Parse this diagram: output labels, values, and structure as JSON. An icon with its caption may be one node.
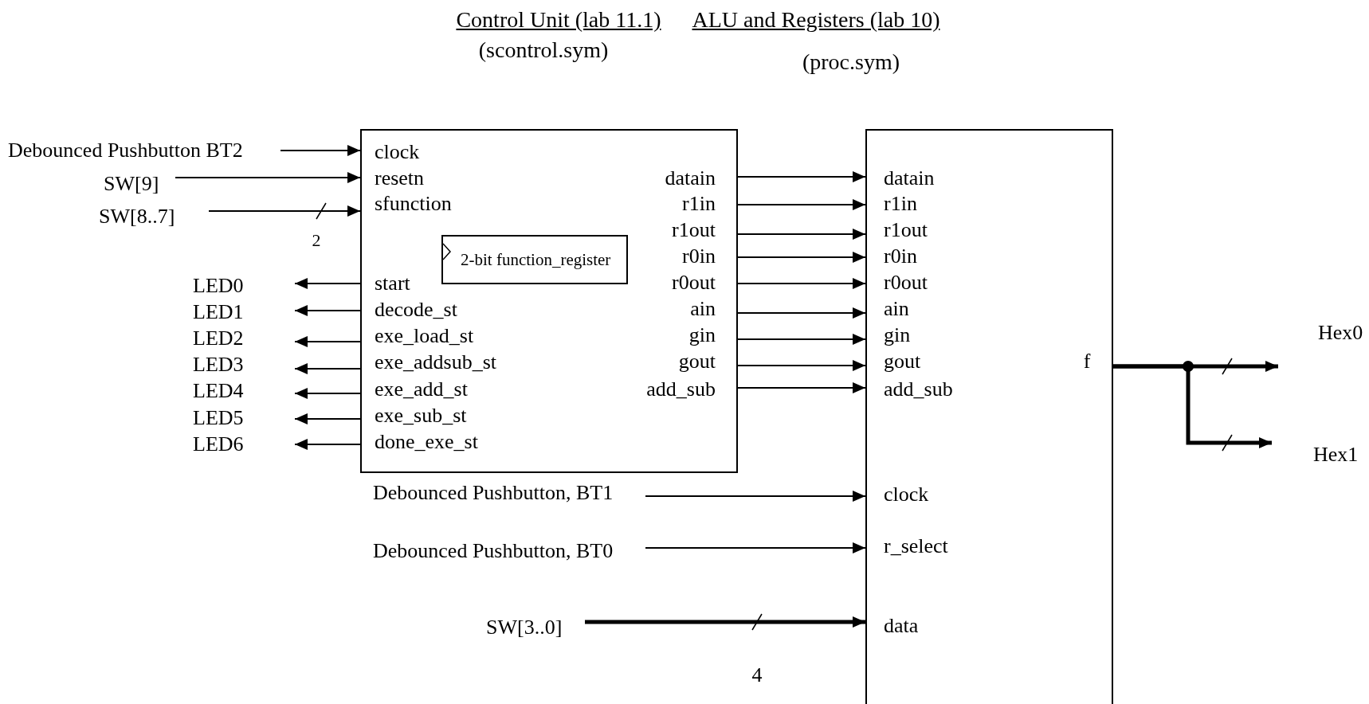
{
  "diagram": {
    "nodes": [
      {
        "text": [
          "clock",
          "resetn",
          "sfunction",
          "start",
          "decode_st",
          "exe_load_st",
          "exe_addsub_st",
          "exe_add_st",
          "exe_sub_st",
          "done_exe_st",
          "datain",
          "r1in",
          "r1out",
          "r0in",
          "r0out",
          "ain",
          "gin",
          "gout",
          "add_sub"
        ]
      },
      {
        "text": [
          "2-bit function_register"
        ],
        "in": 0
      },
      {
        "text": [
          "datain",
          "r1in",
          "r1out",
          "r0in",
          "r0out",
          "ain",
          "gin",
          "gout",
          "add_sub",
          "f",
          "clock",
          "r_select",
          "data"
        ]
      },
      {
        "text": [
          "Debounced Pushbutton BT2"
        ]
      },
      {
        "text": [
          "SW[9]"
        ]
      },
      {
        "text": [
          "SW[8..7]"
        ]
      },
      {
        "text": [
          "LED0"
        ]
      },
      {
        "text": [
          "LED1"
        ]
      },
      {
        "text": [
          "LED2"
        ]
      },
      {
        "text": [
          "LED3"
        ]
      },
      {
        "text": [
          "LED4"
        ]
      },
      {
        "text": [
          "LED5"
        ]
      },
      {
        "text": [
          "LED6"
        ]
      },
      {
        "text": [
          "Debounced Pushbutton, BT1"
        ]
      },
      {
        "text": [
          "Debounced Pushbutton, BT0"
        ]
      },
      {
        "text": [
          "SW[3..0]"
        ]
      },
      {
        "text": [
          "Hex0"
        ]
      },
      {
        "text": [
          "Hex1"
        ]
      }
    ],
    "edges": [
      {
        "from": 3,
        "to": 0,
        "arrow": "to"
      },
      {
        "from": 4,
        "to": 0,
        "arrow": "to"
      },
      {
        "from": 5,
        "to": 0,
        "arrow": "to"
      },
      {
        "from": 0,
        "to": 6,
        "arrow": "to"
      },
      {
        "from": 0,
        "to": 7,
        "arrow": "to"
      },
      {
        "from": 0,
        "to": 8,
        "arrow": "to"
      },
      {
        "from": 0,
        "to": 9,
        "arrow": "to"
      },
      {
        "from": 0,
        "to": 10,
        "arrow": "to"
      },
      {
        "from": 0,
        "to": 11,
        "arrow": "to"
      },
      {
        "from": 0,
        "to": 12,
        "arrow": "to"
      },
      {
        "from": 0,
        "to": 2,
        "arrow": "to"
      },
      {
        "from": 0,
        "to": 2,
        "arrow": "to"
      },
      {
        "from": 0,
        "to": 2,
        "arrow": "to"
      },
      {
        "from": 0,
        "to": 2,
        "arrow": "to"
      },
      {
        "from": 0,
        "to": 2,
        "arrow": "to"
      },
      {
        "from": 0,
        "to": 2,
        "arrow": "to"
      },
      {
        "from": 0,
        "to": 2,
        "arrow": "to"
      },
      {
        "from": 0,
        "to": 2,
        "arrow": "to"
      },
      {
        "from": 0,
        "to": 2,
        "arrow": "to"
      },
      {
        "from": 13,
        "to": 2,
        "arrow": "to"
      },
      {
        "from": 14,
        "to": 2,
        "arrow": "to"
      },
      {
        "from": 15,
        "to": 2,
        "arrow": "to",
        "style": "thick"
      },
      {
        "from": 2,
        "to": 16,
        "arrow": "to",
        "style": "thick"
      },
      {
        "from": 2,
        "to": 17,
        "arrow": "to",
        "style": "thick"
      }
    ],
    "labels": [
      "Control Unit (lab 11.1)",
      "(scontrol.sym)",
      "ALU and Registers (lab 10)",
      "(proc.sym)",
      "2",
      "4"
    ]
  }
}
